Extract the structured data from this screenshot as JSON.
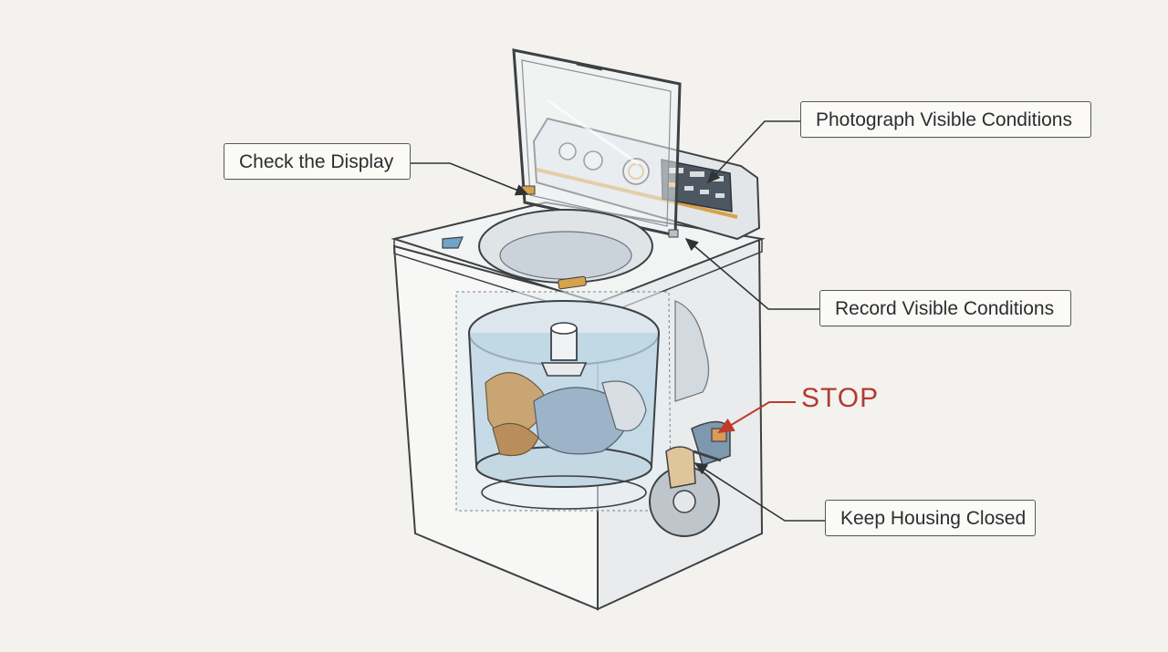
{
  "callouts": {
    "check_display": "Check the Display",
    "photograph": "Photograph Visible Conditions",
    "record": "Record Visible Conditions",
    "keep_closed": "Keep Housing Closed"
  },
  "warning": {
    "label": "STOP",
    "color": "#b23a34"
  },
  "colors": {
    "background": "#f3f2ee",
    "line": "#3d4144",
    "water": "#b8d3e3",
    "accent": "#d7a24a"
  }
}
